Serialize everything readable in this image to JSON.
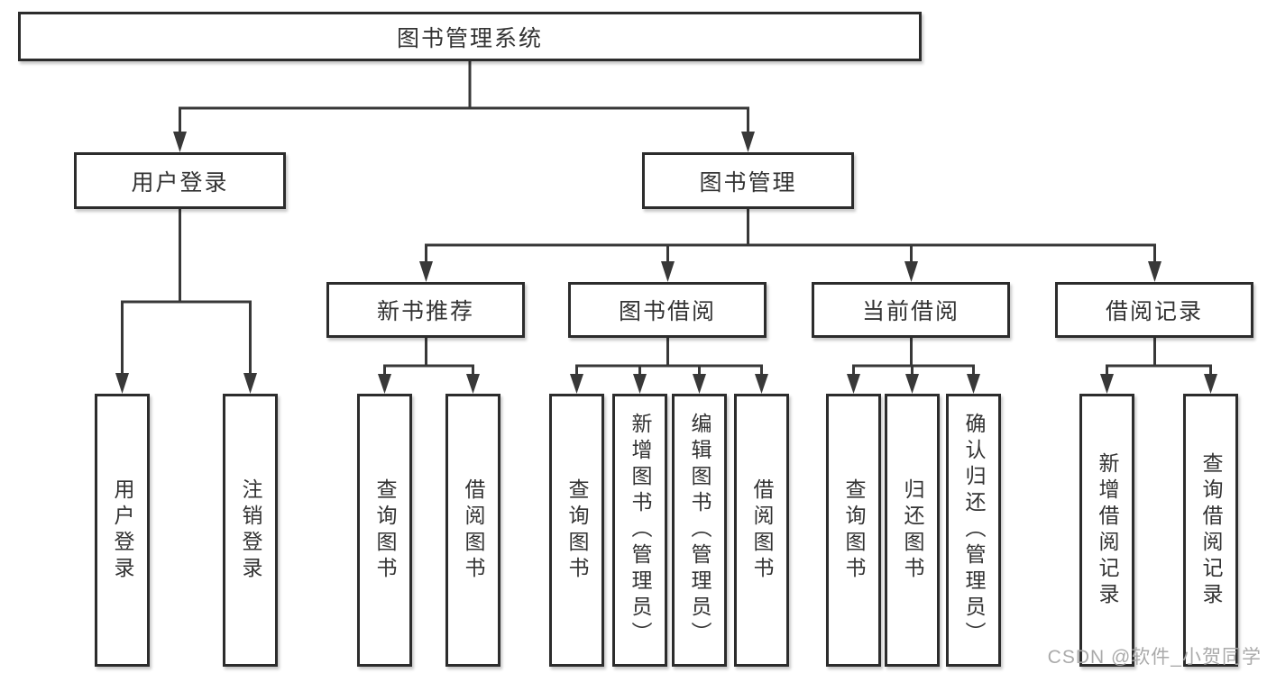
{
  "diagram": {
    "root": "图书管理系统",
    "level2": {
      "user_login": "用户登录",
      "book_management": "图书管理"
    },
    "groups": {
      "new_books": "新书推荐",
      "borrowing": "图书借阅",
      "current": "当前借阅",
      "records": "借阅记录"
    },
    "leaves": {
      "login": "用户登录",
      "logout": "注销登录",
      "nb_query": "查询图书",
      "nb_borrow": "借阅图书",
      "bb_query": "查询图书",
      "bb_add": "新增图书（管理员）",
      "bb_edit": "编辑图书（管理员）",
      "bb_borrow": "借阅图书",
      "cb_query": "查询图书",
      "cb_return": "归还图书",
      "cb_confirm": "确认归还（管理员）",
      "br_add": "新增借阅记录",
      "br_query": "查询借阅记录"
    }
  },
  "watermark": "CSDN @软件_小贺同学",
  "colors": {
    "line": "#383838",
    "border": "#2c2c2c",
    "text": "#333333",
    "watermark": "#a5a5a5",
    "background": "#ffffff"
  }
}
